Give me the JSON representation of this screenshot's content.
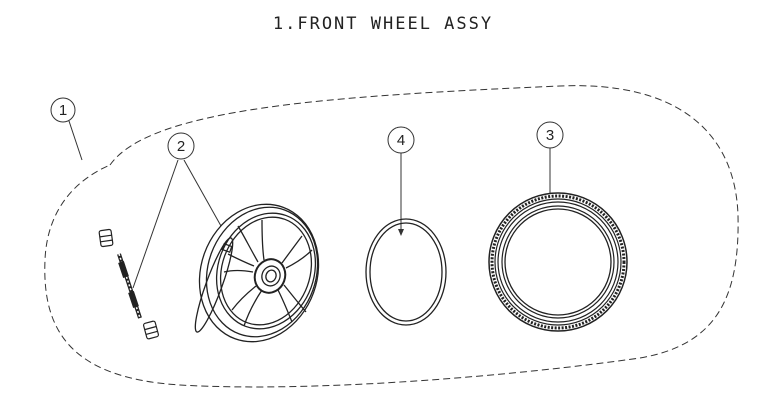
{
  "title": "1.FRONT WHEEL ASSY",
  "callouts": {
    "assembly": "1",
    "rim_axle": "2",
    "tire": "3",
    "tube": "4"
  },
  "colors": {
    "line": "#222222",
    "background": "#ffffff"
  }
}
